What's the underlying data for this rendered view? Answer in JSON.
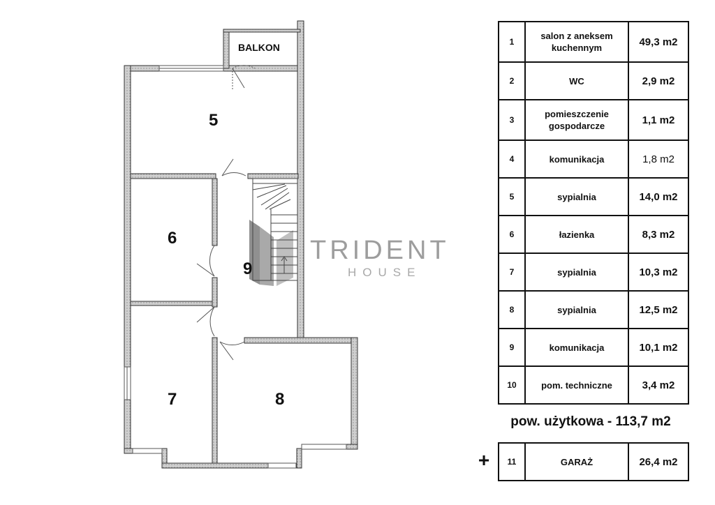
{
  "plan": {
    "balkon_label": "BALKON",
    "rooms": [
      {
        "num": "5"
      },
      {
        "num": "6"
      },
      {
        "num": "9"
      },
      {
        "num": "7"
      },
      {
        "num": "8"
      }
    ]
  },
  "logo": {
    "main": "TRIDENT",
    "sub": "HOUSE"
  },
  "rooms_table": [
    {
      "num": "1",
      "name": "salon z aneksem kuchennym",
      "area": "49,3 m2",
      "bold_area": true
    },
    {
      "num": "2",
      "name": "WC",
      "area": "2,9 m2",
      "bold_area": true
    },
    {
      "num": "3",
      "name": "pomieszczenie gospodarcze",
      "area": "1,1 m2",
      "bold_area": true
    },
    {
      "num": "4",
      "name": "komunikacja",
      "area": "1,8 m2",
      "bold_area": false
    },
    {
      "num": "5",
      "name": "sypialnia",
      "area": "14,0 m2",
      "bold_area": true
    },
    {
      "num": "6",
      "name": "łazienka",
      "area": "8,3 m2",
      "bold_area": true
    },
    {
      "num": "7",
      "name": "sypialnia",
      "area": "10,3 m2",
      "bold_area": true
    },
    {
      "num": "8",
      "name": "sypialnia",
      "area": "12,5 m2",
      "bold_area": true
    },
    {
      "num": "9",
      "name": "komunikacja",
      "area": "10,1 m2",
      "bold_area": true
    },
    {
      "num": "10",
      "name": "pom. techniczne",
      "area": "3,4 m2",
      "bold_area": true
    }
  ],
  "total": "pow. użytkowa - 113,7 m2",
  "plus": "+",
  "garage": {
    "num": "11",
    "name": "GARAŻ",
    "area": "26,4 m2"
  }
}
